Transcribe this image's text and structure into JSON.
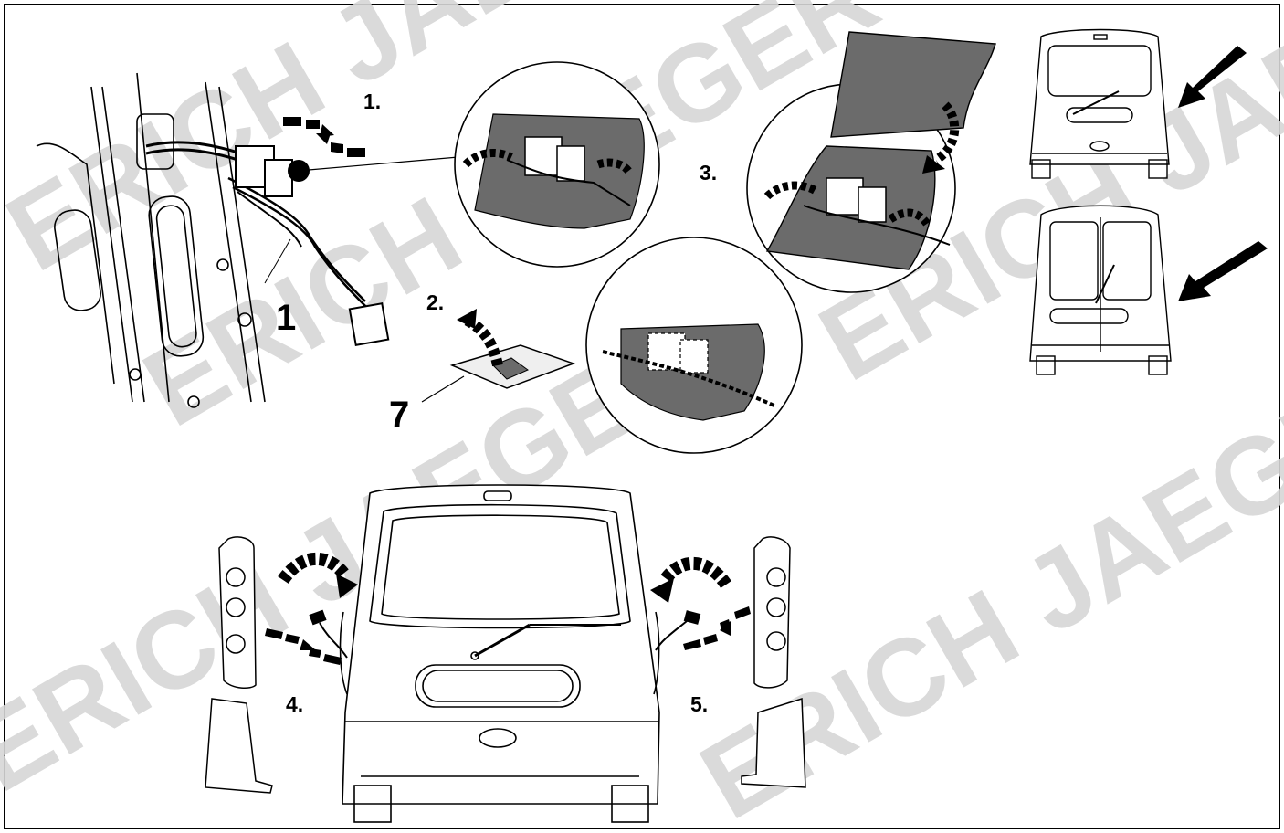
{
  "watermark": {
    "text": "ERICH JAEGER",
    "color": "#d6d6d6"
  },
  "steps": {
    "s1": "1.",
    "s2": "2.",
    "s3": "3.",
    "s4": "4.",
    "s5": "5."
  },
  "parts": {
    "p1": "1",
    "p7": "7"
  },
  "colors": {
    "line": "#000000",
    "pad": "#6b6b6b",
    "pad_dark": "#4a4a4a",
    "light_fill": "#efefef"
  }
}
